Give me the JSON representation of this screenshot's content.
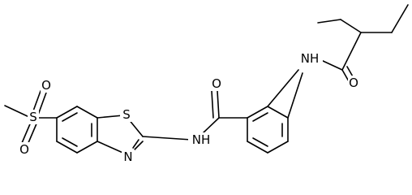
{
  "molecule": {
    "atoms": {
      "ester_o_top": "O",
      "sulfur_sulfonyl": "S",
      "ester_o_bottom": "O",
      "amide_o_center": "O",
      "amide_nh_center": "NH",
      "thiazole_s": "S",
      "thiazole_n": "N",
      "amide_nh_right": "NH",
      "amide_o_right": "O"
    }
  }
}
